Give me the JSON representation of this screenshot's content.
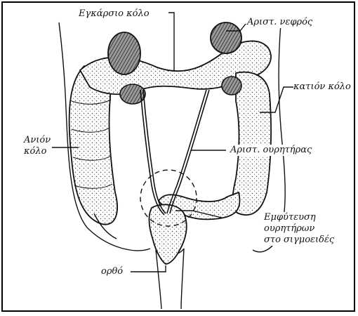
{
  "labels": {
    "transverse_colon": "Εγκάρσιο κόλο",
    "left_kidney": "Αριστ. νεφρός",
    "descending_colon": "κατιόν κόλο",
    "ascending_colon_line1": "Ανιόν",
    "ascending_colon_line2": "κόλο",
    "left_ureter": "Αριστ. ουρητήρας",
    "implantation_line1": "Εμφύτευση",
    "implantation_line2": "ουρητήρων",
    "implantation_line3": "στο σιγμοειδές",
    "rectum": "ορθό"
  },
  "colors": {
    "ink": "#111111",
    "organ_fill": "#ffffff",
    "kidney_shade": "#555555"
  }
}
